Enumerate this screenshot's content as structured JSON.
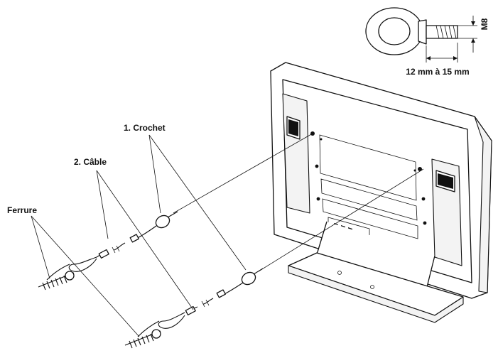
{
  "labels": {
    "hook": "1. Crochet",
    "cable": "2. Câble",
    "bracket": "Ferrure",
    "bolt_thread": "M8",
    "bolt_length": "12 mm à 15 mm"
  },
  "colors": {
    "line": "#111111",
    "background": "#ffffff"
  }
}
